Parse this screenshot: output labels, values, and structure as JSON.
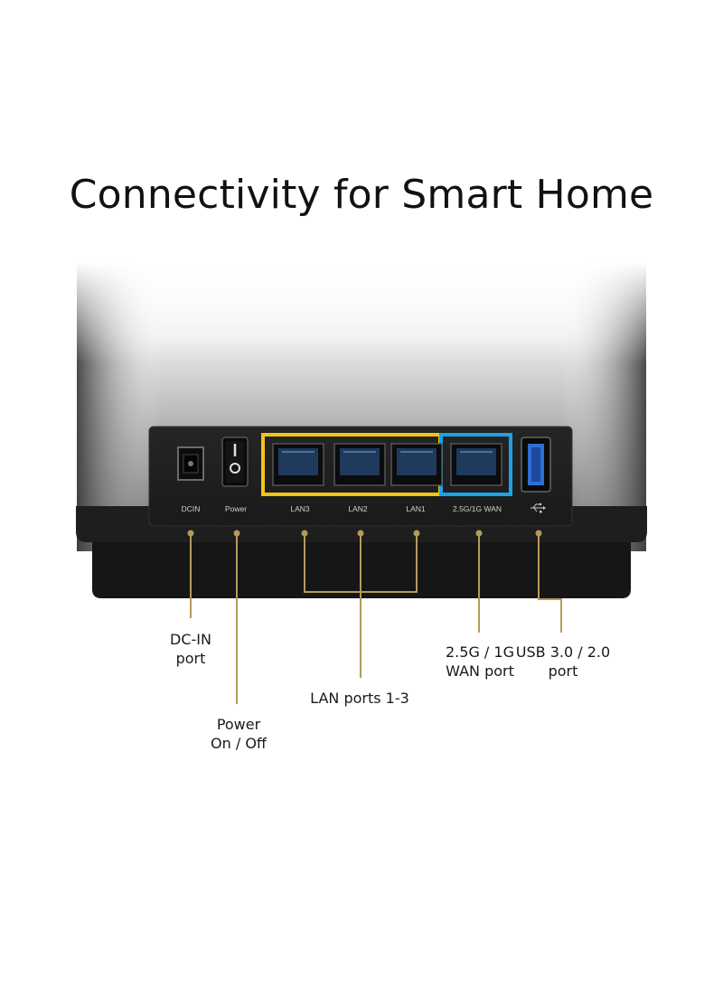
{
  "page": {
    "title": "Connectivity for Smart Home"
  },
  "panel_labels": {
    "dc_in": "DCIN",
    "power": "Power",
    "lan3": "LAN3",
    "lan2": "LAN2",
    "lan1": "LAN1",
    "wan": "2.5G/1G WAN"
  },
  "callouts": {
    "dc_in": [
      "DC-IN",
      "port"
    ],
    "power": [
      "Power",
      "On / Off"
    ],
    "lan": [
      "LAN ports 1-3"
    ],
    "wan": [
      "2.5G / 1G",
      "WAN port"
    ],
    "usb": [
      "USB 3.0 / 2.0",
      "port"
    ]
  },
  "colors": {
    "lan_highlight": "#f0c419",
    "wan_highlight": "#1aa3e8",
    "leader_line": "#b59a5a",
    "usb_port": "#2f6fd6"
  },
  "icons": {
    "usb": "usb-icon"
  }
}
